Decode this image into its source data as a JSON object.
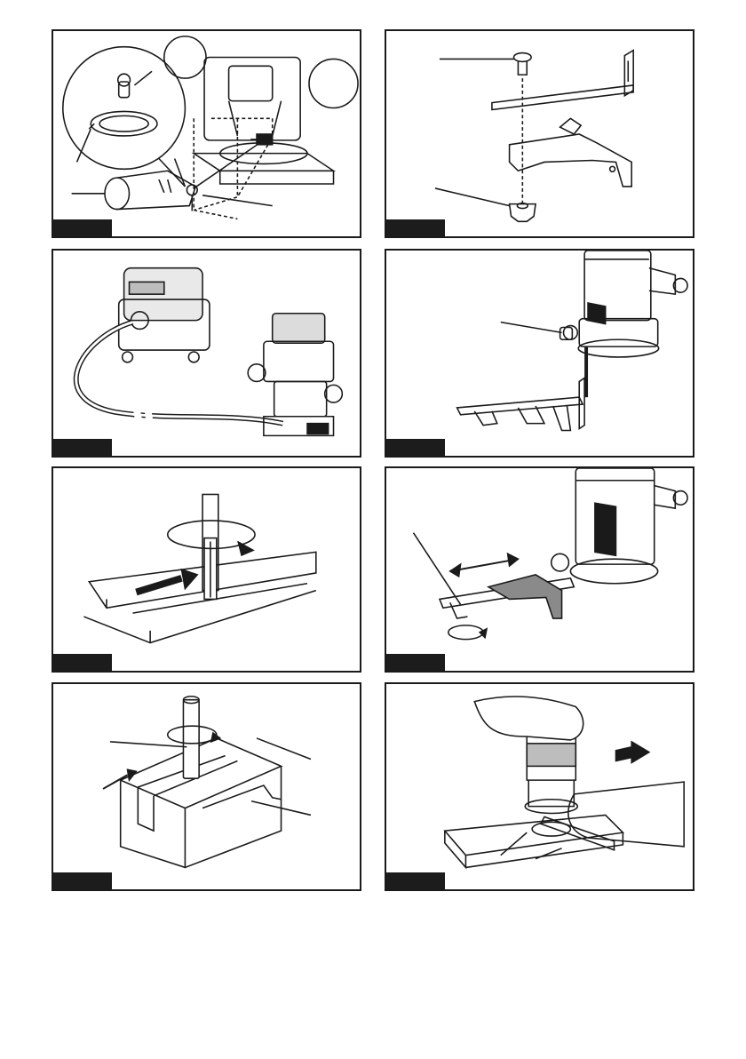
{
  "page": {
    "background": "#ffffff",
    "ink": "#1a1a1a",
    "tab_color": "#1c1c1c"
  },
  "figures": [
    {
      "id": 1,
      "subject": "dust-nozzle-attachment-to-router-base",
      "figure_label": ""
    },
    {
      "id": 2,
      "subject": "straight-guide-bolt-and-wing-nut",
      "figure_label": ""
    },
    {
      "id": 3,
      "subject": "vacuum-cleaner-connected-to-router",
      "figure_label": ""
    },
    {
      "id": 4,
      "subject": "straight-guide-mounted-to-trimmer",
      "figure_label": ""
    },
    {
      "id": 5,
      "subject": "bit-rotation-and-feed-direction",
      "figure_label": ""
    },
    {
      "id": 6,
      "subject": "adjusting-straight-guide-distance",
      "figure_label": ""
    },
    {
      "id": 7,
      "subject": "routing-groove-with-guide",
      "figure_label": ""
    },
    {
      "id": 8,
      "subject": "holding-trimmer-with-both-hands",
      "figure_label": ""
    }
  ]
}
